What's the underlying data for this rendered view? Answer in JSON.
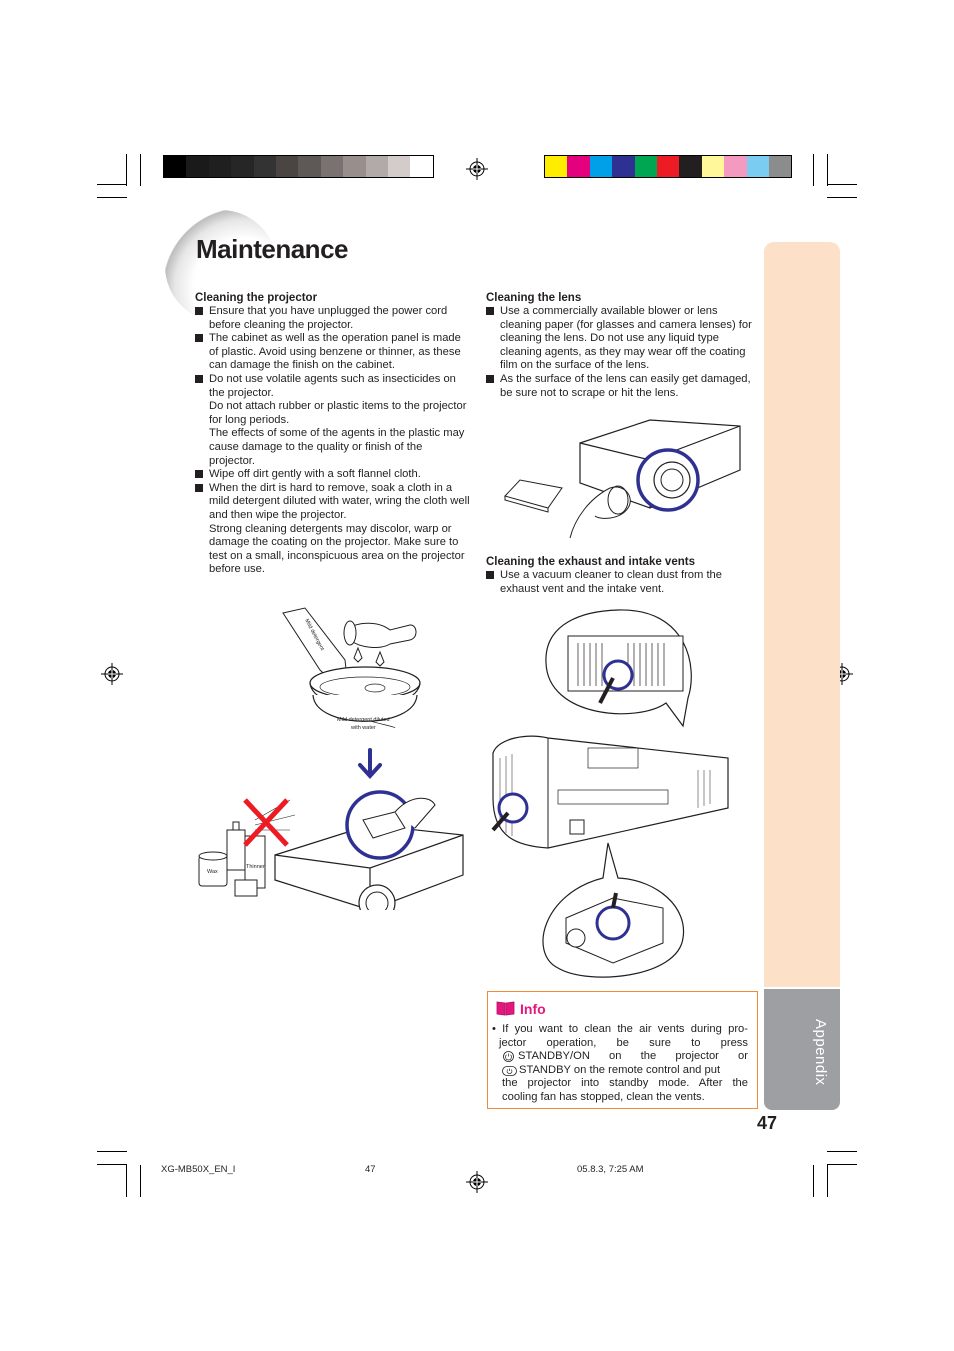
{
  "colors": {
    "gray_bar": [
      "#000000",
      "#1a1a1a",
      "#1f1f1f",
      "#262626",
      "#333333",
      "#4a4443",
      "#5e5857",
      "#7a7270",
      "#988f8d",
      "#b2aaa8",
      "#d3cccb",
      "#ffffff"
    ],
    "color_bar": [
      "#ffed00",
      "#e5007e",
      "#00a0e9",
      "#2e3192",
      "#00a651",
      "#ed1c24",
      "#231f20",
      "#fff799",
      "#f49ac1",
      "#7accf0",
      "#8c8c8c"
    ],
    "tab_peach": "#fde0c8",
    "tab_gray": "#9d9fa2",
    "info_border": "#f08a3c",
    "info_title": "#e5177e",
    "circle_blue": "#2e3192",
    "cross_red": "#ed1c24"
  },
  "page": {
    "title": "Maintenance",
    "section_tab": "Appendix",
    "page_number": "47"
  },
  "cleaning_projector": {
    "heading": "Cleaning the projector",
    "items": [
      [
        "Ensure that you have unplugged the power cord before cleaning the projector."
      ],
      [
        "The cabinet as well as the operation panel is made of plastic. Avoid using benzene or thinner, as these can damage the finish on the cabinet."
      ],
      [
        "Do not use volatile agents such as insecticides on the projector.",
        "Do not attach rubber or plastic items to the projector for long periods.",
        "The effects of some of the agents in the plastic may cause damage to the quality or finish of the projector."
      ],
      [
        "Wipe off dirt gently with a soft flannel cloth."
      ],
      [
        "When the dirt is hard to remove, soak a cloth in a mild detergent diluted with water, wring the cloth well and then wipe the projector.",
        "Strong cleaning detergents may discolor, warp or damage the coating on the projector. Make sure to test on a small, inconspicuous area on the projector before use."
      ]
    ]
  },
  "illustration_left": {
    "bottle_label": "Mild detergent",
    "bowl_caption_1": "Mild detergent diluted",
    "bowl_caption_2": "with water",
    "can_label_1": "Wax",
    "can_label_2": "Thinner"
  },
  "cleaning_lens": {
    "heading": "Cleaning the lens",
    "items": [
      "Use a commercially available blower or lens cleaning paper (for glasses and camera lenses) for cleaning the lens. Do not use any liquid type cleaning agents, as they may wear off the coating film on the surface of the lens.",
      "As the surface of the lens can easily get damaged, be sure not to scrape or hit the lens."
    ]
  },
  "cleaning_vents": {
    "heading": "Cleaning the exhaust and intake vents",
    "items": [
      "Use a vacuum cleaner to clean dust from the exhaust vent and the intake vent."
    ]
  },
  "info": {
    "title": "Info",
    "line1": "• If you want to clean the air vents during pro-",
    "line2": "jector operation, be sure to press",
    "line3_text": "STANDBY/ON on the projector or",
    "line4_text": "STANDBY on the remote control and put",
    "line5": "the projector into standby mode. After the",
    "line6": "cooling fan has stopped, clean the vents."
  },
  "footer": {
    "file": "XG-MB50X_EN_I",
    "page": "47",
    "date": "05.8.3, 7:25 AM"
  }
}
